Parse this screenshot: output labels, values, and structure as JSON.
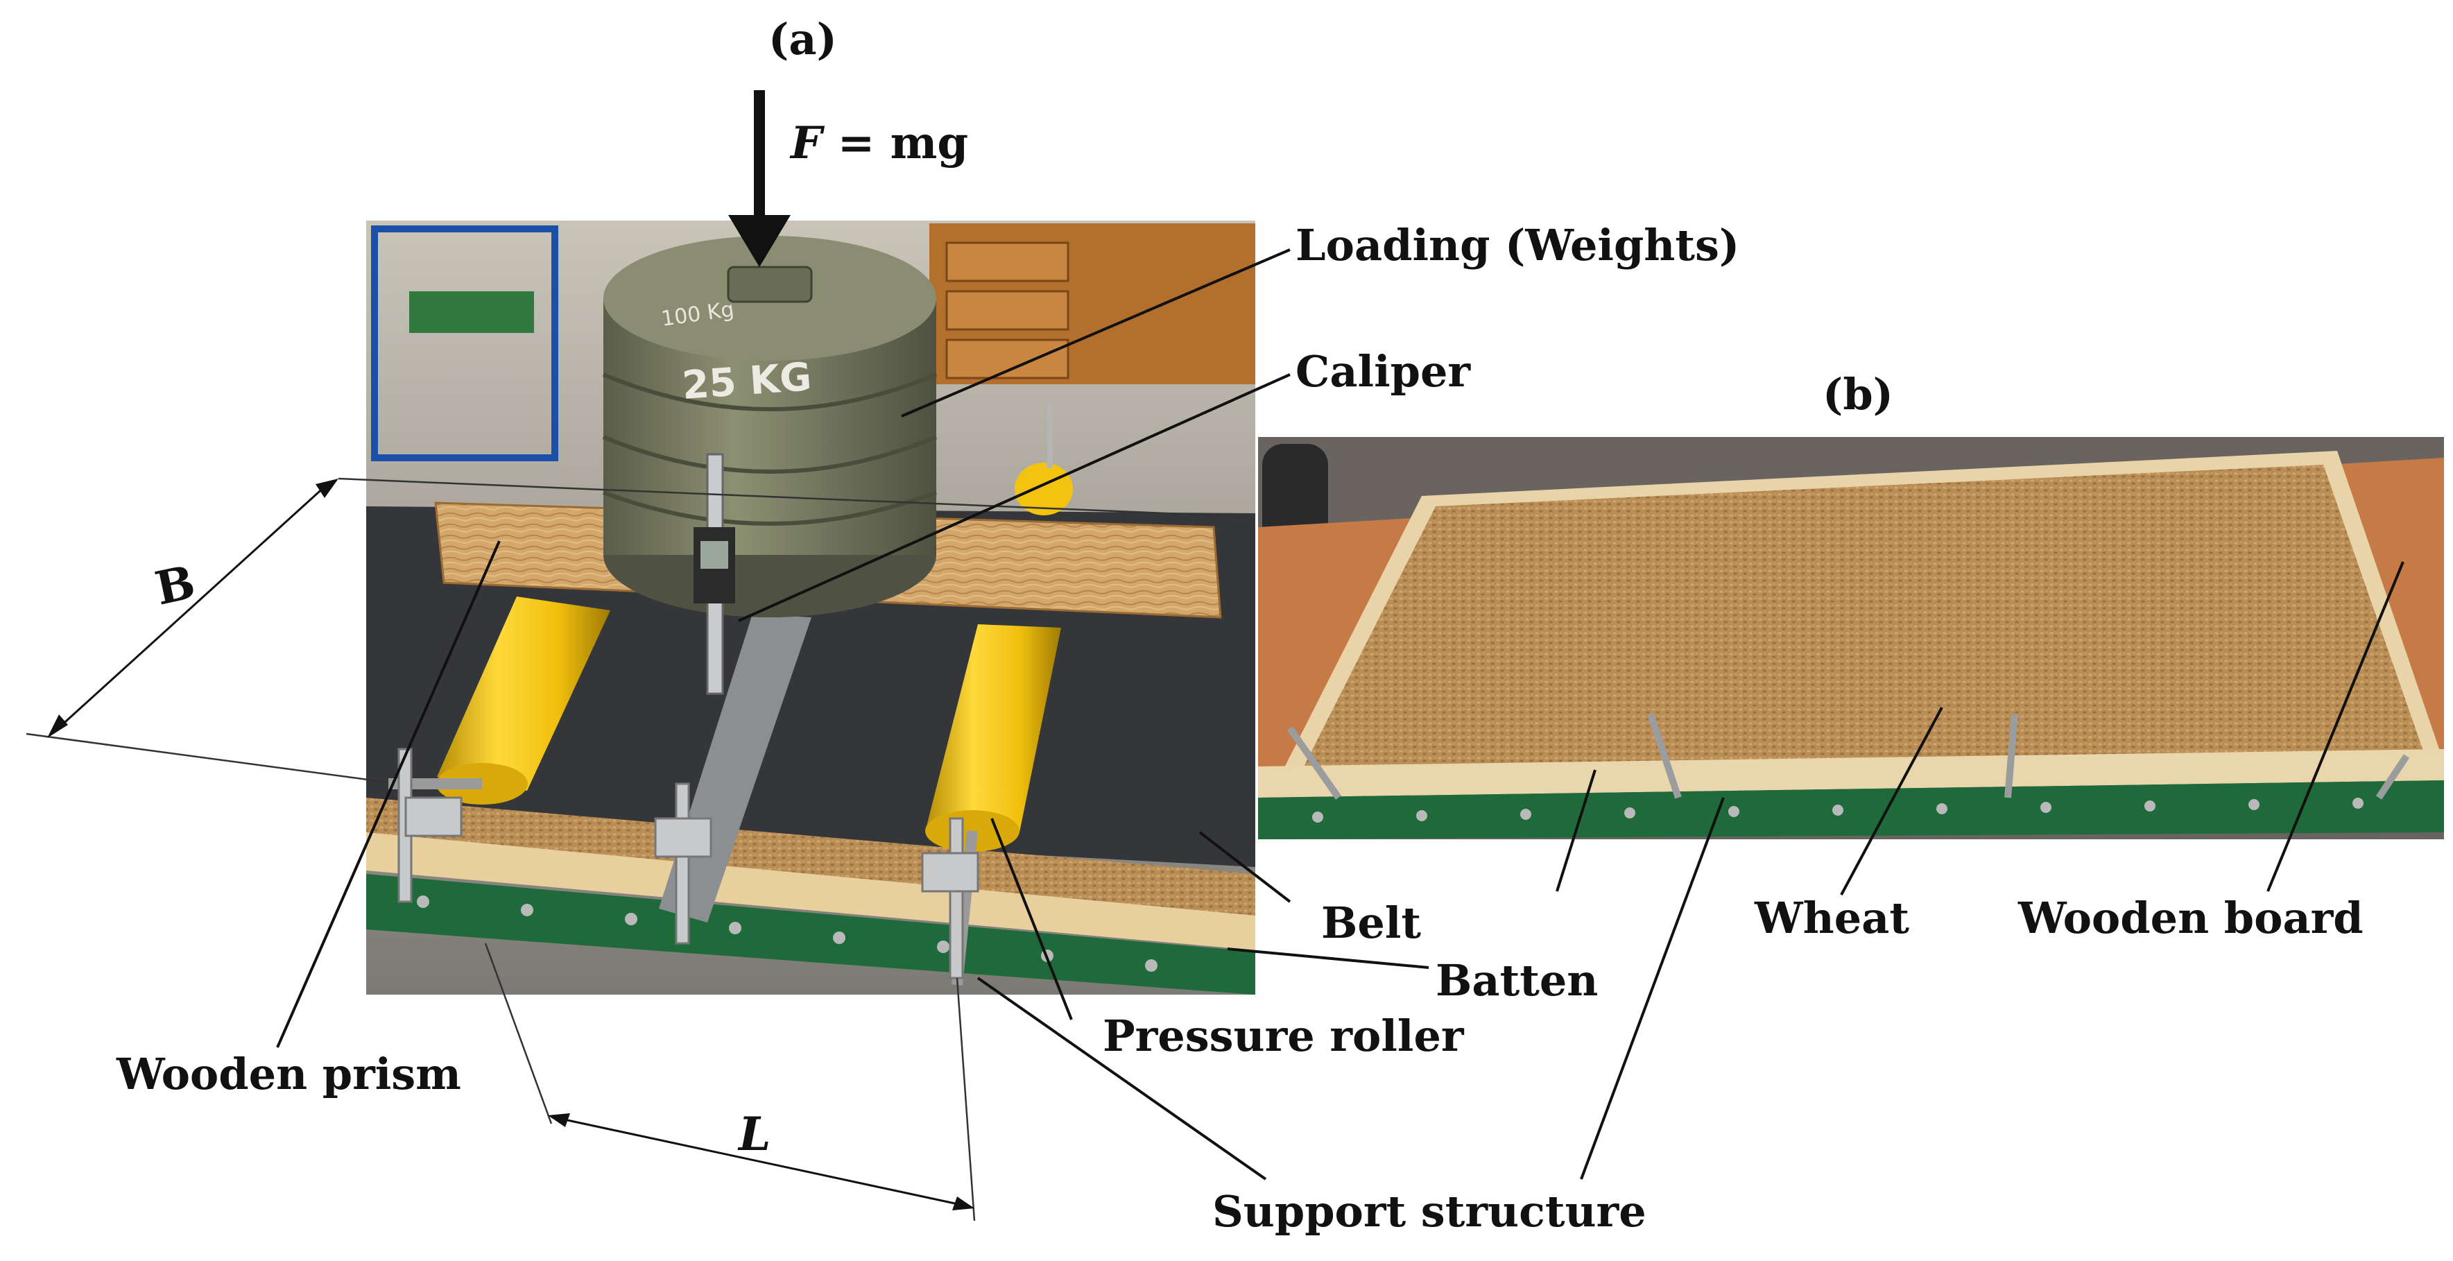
{
  "panels": {
    "a_label": "(a)",
    "b_label": "(b)"
  },
  "force_label": "F = mg",
  "force_var": "F",
  "force_rest": " = mg",
  "dimensions": {
    "width": "B",
    "length": "L"
  },
  "callouts": {
    "loading": "Loading (Weights)",
    "caliper": "Caliper",
    "belt": "Belt",
    "batten": "Batten",
    "pressure_roller": "Pressure roller",
    "wooden_prism": "Wooden prism",
    "support_structure": "Support structure",
    "wheat": "Wheat",
    "wooden_board": "Wooden board"
  },
  "photo_text": {
    "weight_marking": "25 KG",
    "weight_marking_top": "100 Kg"
  },
  "colors": {
    "roller_yellow": "#f2c40f",
    "wheat": "#b88a52",
    "belt": "#34363a",
    "frame_green": "#1f6a3a",
    "wood": "#d9b27a",
    "weights": "#7a7d62"
  }
}
